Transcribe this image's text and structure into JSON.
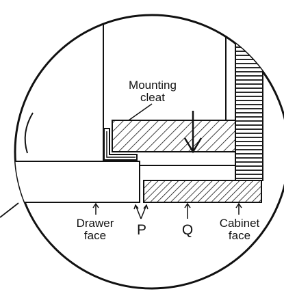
{
  "diagram": {
    "labels": {
      "mounting_cleat": [
        "Mounting",
        "cleat"
      ],
      "drawer_face": [
        "Drawer",
        "face"
      ],
      "gap_p": "P",
      "gap_q": "Q",
      "cabinet_face": [
        "Cabinet",
        "face"
      ]
    },
    "colors": {
      "line": "#111111",
      "background": "#ffffff"
    }
  }
}
